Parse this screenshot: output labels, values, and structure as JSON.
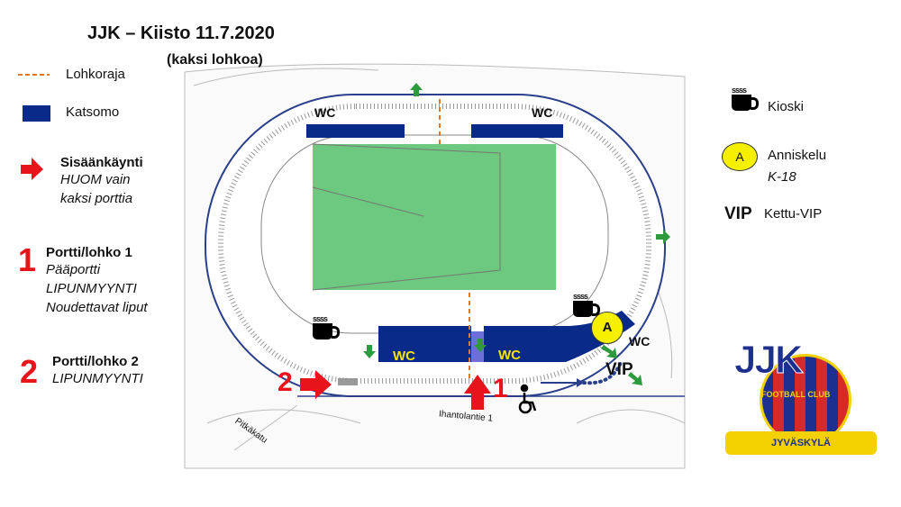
{
  "title": "JJK – Kiisto 11.7.2020",
  "subtitle": "(kaksi lohkoa)",
  "legend_left": {
    "lohkoraja": "Lohkoraja",
    "katsomo": "Katsomo",
    "entrance_title": "Sisäänkäynti",
    "entrance_note1": "HUOM vain",
    "entrance_note2": "kaksi porttia",
    "gate1_num": "1",
    "gate1_title": "Portti/lohko 1",
    "gate1_l1": "Pääportti",
    "gate1_l2": "LIPUNMYYNTI",
    "gate1_l3": "Noudettavat liput",
    "gate2_num": "2",
    "gate2_title": "Portti/lohko 2",
    "gate2_l1": "LIPUNMYYNTI"
  },
  "legend_right": {
    "kioski": "Kioski",
    "a_badge": "A",
    "anniskelu": "Anniskelu",
    "k18": "K-18",
    "vip": "VIP",
    "kettu": "Kettu-VIP"
  },
  "map": {
    "wc": "WC",
    "vip": "VIP",
    "a_badge": "A",
    "gate1": "1",
    "gate2": "2",
    "street1": "Ihantolantie 1",
    "street2": "Pitkäkatu"
  },
  "logo": {
    "letters": "JJK",
    "club": "FOOTBALL CLUB",
    "city": "JYVÄSKYLÄ"
  },
  "colors": {
    "stand": "#0a2a8a",
    "field": "#6cc97f",
    "gate": "#e8141b",
    "boundary": "#e07a2a",
    "exit": "#2e9a3e",
    "badge": "#f5f000"
  }
}
